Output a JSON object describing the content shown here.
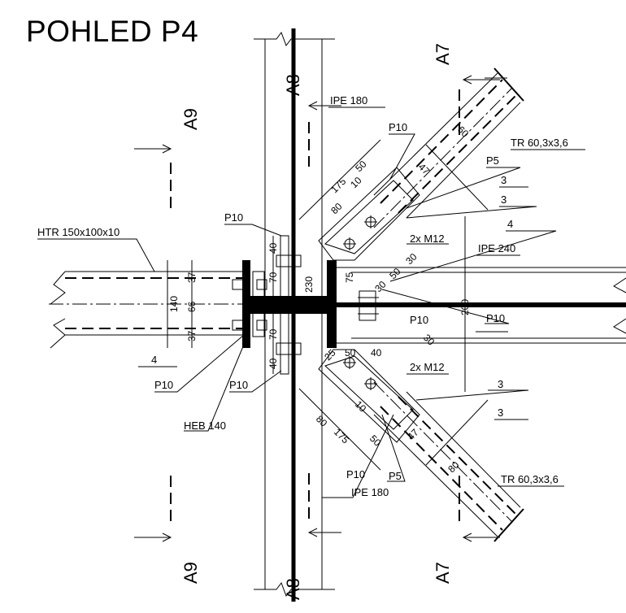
{
  "title": "POHLED P4",
  "sections": {
    "a9": "A9",
    "a8": "A8",
    "a7": "A7"
  },
  "labels": {
    "ipe180": "IPE 180",
    "ipe240": "IPE 240",
    "htr": "HTR 150x100x10",
    "heb": "HEB 140",
    "tr": "TR 60,3x3,6",
    "p10": "P10",
    "p5": "P5",
    "bolts": "2x M12",
    "weld3": "3",
    "weld4": "4"
  },
  "dims": {
    "d40": "40",
    "d70": "70",
    "d230": "230",
    "d140": "140",
    "d66": "66",
    "d37": "37",
    "d175": "175",
    "d80": "80",
    "d50": "50",
    "d10": "10",
    "d30": "30",
    "d75": "75",
    "d200": "200",
    "d47": "47",
    "d60": "60",
    "d25": "25"
  }
}
